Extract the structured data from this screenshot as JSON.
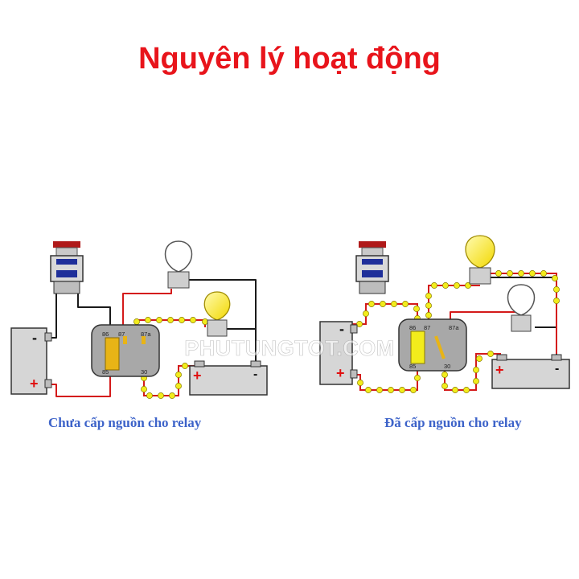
{
  "title": "Nguyên lý hoạt động",
  "captions": {
    "left": "Chưa cấp nguồn cho relay",
    "right": "Đã cấp nguồn cho relay"
  },
  "watermark": "PHUTUNGTOT.COM",
  "relay_pins": {
    "p86": "86",
    "p87": "87",
    "p87a": "87a",
    "p85": "85",
    "p30": "30"
  },
  "battery_signs": {
    "minus": "-",
    "plus": "+"
  },
  "colors": {
    "title": "#e8141b",
    "caption": "#3d63c9",
    "wire_black": "#1a1a1a",
    "wire_red": "#d41a1a",
    "current_dot": "#f2ec1c",
    "lamp_on": "#f8e81c",
    "lamp_off": "#ffffff",
    "coil": "#e8b416"
  },
  "icons": {
    "switch": "push-button-switch-icon",
    "battery": "battery-icon",
    "relay": "relay-icon",
    "lamp": "bulb-icon"
  }
}
